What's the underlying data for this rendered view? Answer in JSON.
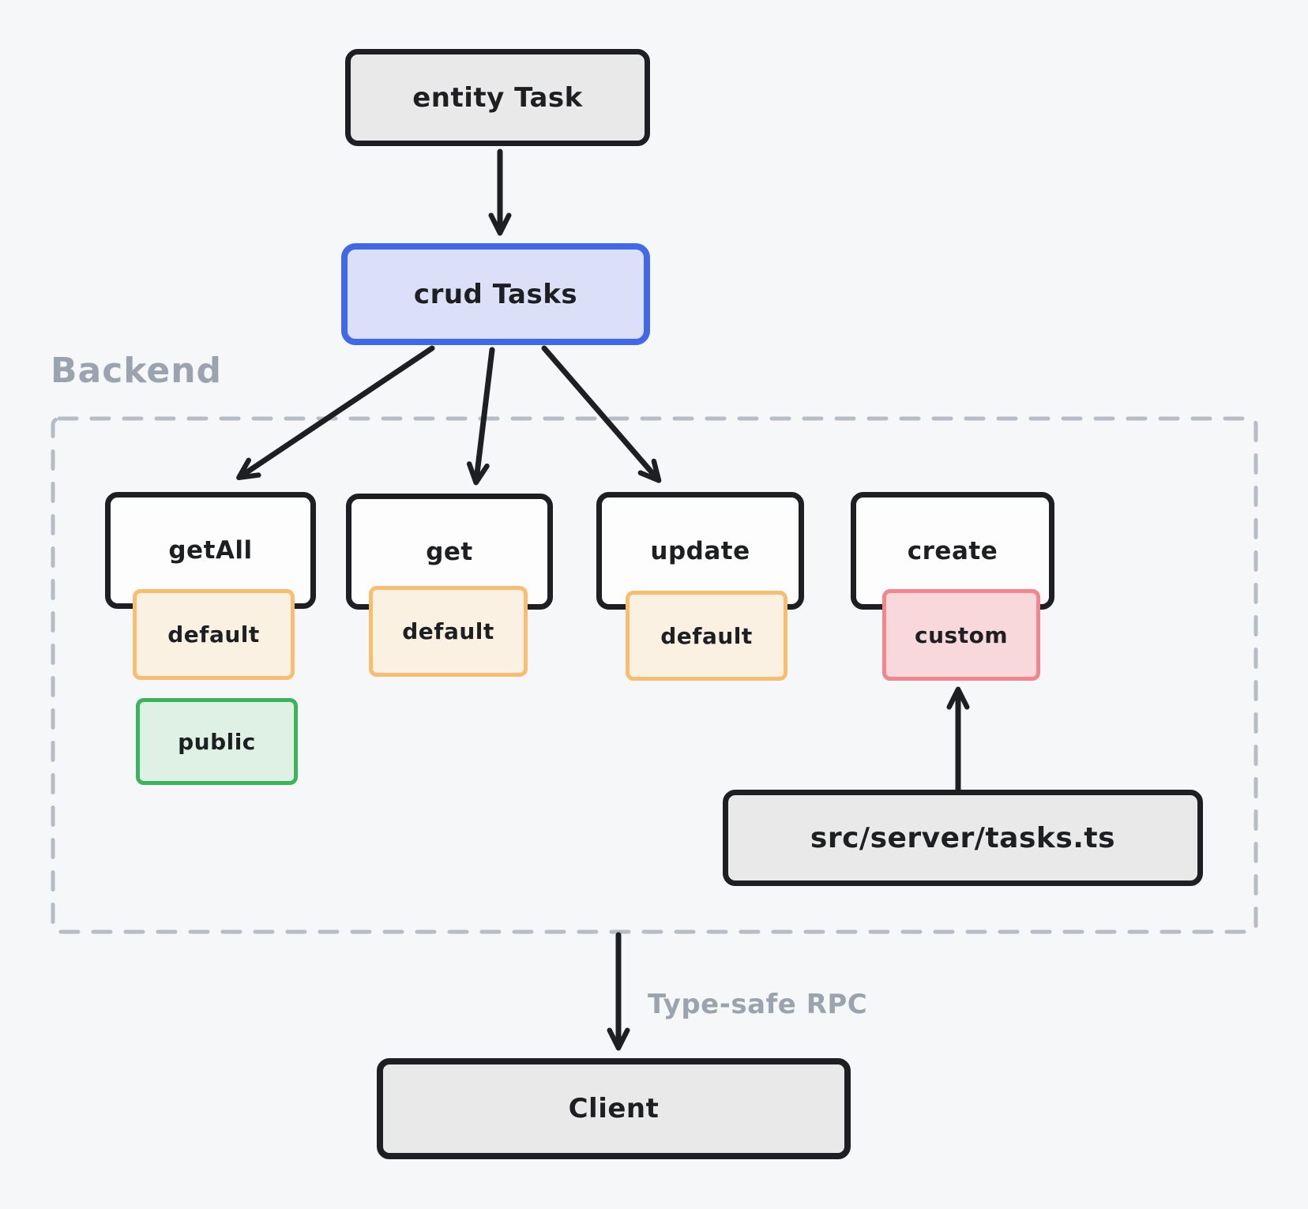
{
  "colors": {
    "bg": "#f6f7f9",
    "ink": "#1e1f22",
    "node-gray": "#e9e9e9",
    "node-white": "#fdfdfd",
    "accent-blue": "#4268ea",
    "accent-blue-fill": "#dbdff7",
    "badge-orange": "#f8bd70",
    "badge-orange-fill": "#fbf1e3",
    "badge-green": "#3cb45c",
    "badge-green-fill": "#dff1e4",
    "badge-red": "#f2858d",
    "badge-red-fill": "#f8d8db",
    "muted": "#9ba4ae",
    "dash": "#b7bdc5"
  },
  "diagram": {
    "entity": "entity Task",
    "crud": "crud Tasks",
    "region_label": "Backend",
    "operations": [
      {
        "name": "getAll",
        "badges": [
          "default",
          "public"
        ]
      },
      {
        "name": "get",
        "badges": [
          "default"
        ]
      },
      {
        "name": "update",
        "badges": [
          "default"
        ]
      },
      {
        "name": "create",
        "badges": [
          "custom"
        ]
      }
    ],
    "server_file": "src/server/tasks.ts",
    "rpc_label": "Type-safe RPC",
    "client": "Client"
  }
}
